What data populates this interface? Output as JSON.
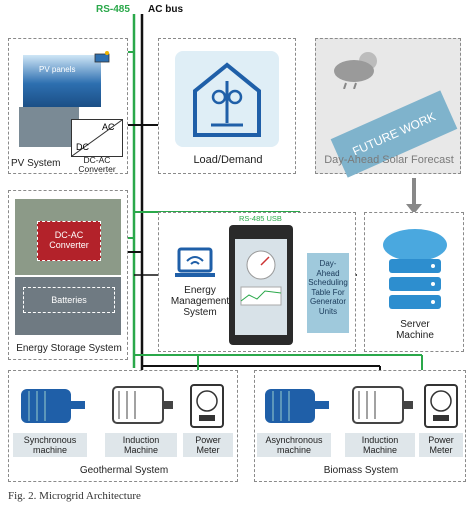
{
  "bus": {
    "rs485": "RS-485",
    "ac": "AC bus"
  },
  "pv": {
    "title": "PV System",
    "panels": "PV panels",
    "ac": "AC",
    "dc": "DC",
    "converter": "DC-AC\nConverter"
  },
  "load": {
    "title": "Load/Demand"
  },
  "forecast": {
    "title": "Day-Ahead Solar Forecast",
    "future": "FUTURE WORK"
  },
  "storage": {
    "title": "Energy Storage System",
    "converter": "DC-AC\nConverter",
    "batteries": "Batteries"
  },
  "ems": {
    "title": "Energy\nManagement\nSystem",
    "device_tag": "RS-485 USB"
  },
  "schedule": {
    "text": "Day-\nAhead\nScheduling\nTable For\nGenerator\nUnits"
  },
  "server": {
    "title": "Server\nMachine"
  },
  "geothermal": {
    "title": "Geothermal System",
    "m1": "Synchronous\nmachine",
    "m2": "Induction\nMachine",
    "m3": "Power\nMeter"
  },
  "biomass": {
    "title": "Biomass System",
    "m1": "Asynchronous\nmachine",
    "m2": "Induction\nMachine",
    "m3": "Power\nMeter"
  },
  "caption": "Fig. 2. Microgrid Architecture",
  "colors": {
    "rs485": "#2aa84a",
    "ac": "#111111",
    "blue": "#1f5fa8",
    "forecast_bg": "#9fc9dc"
  }
}
